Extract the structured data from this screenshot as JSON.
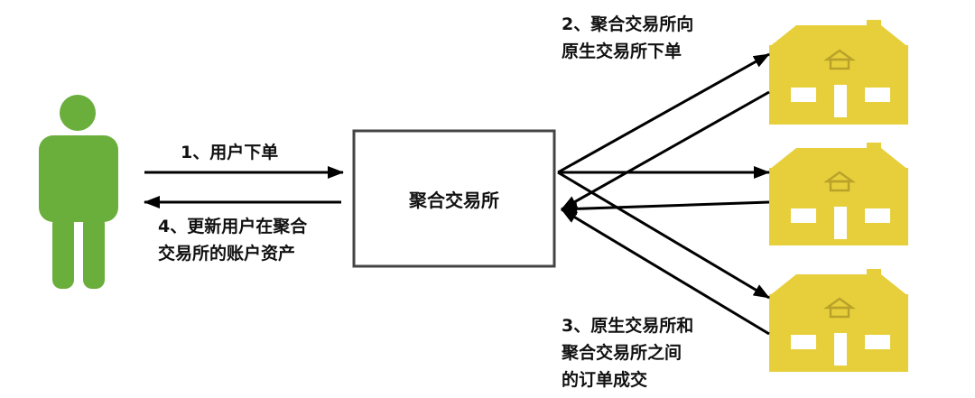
{
  "diagram": {
    "center_node": "聚合交易所",
    "step1": "1、用户下单",
    "step2": [
      "2、聚合交易所向",
      "原生交易所下单"
    ],
    "step3": [
      "3、原生交易所和",
      "聚合交易所之间",
      "的订单成交"
    ],
    "step4": [
      "4、更新用户在聚合",
      "交易所的账户资产"
    ],
    "icons": {
      "user": "person-icon",
      "exchange": "house-icon"
    },
    "colors": {
      "person": "#6aae3c",
      "house": "#e7cf3b",
      "stroke": "#000000",
      "box_border": "#444444"
    }
  }
}
